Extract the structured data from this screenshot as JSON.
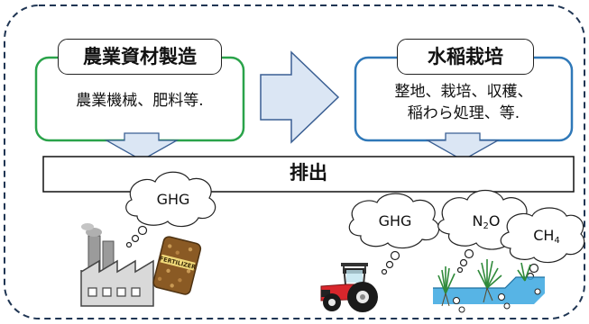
{
  "left_box": {
    "title": "農業資材製造",
    "description": "農業機械、肥料等."
  },
  "right_box": {
    "title": "水稲栽培",
    "description_lines": [
      "整地、栽培、収穫、",
      "稲わら処理、等."
    ]
  },
  "emission_bar": {
    "label": "排出"
  },
  "clouds": {
    "factory_ghg": "GHG",
    "tractor_ghg": "GHG",
    "n2o": {
      "base": "N",
      "subscript": "2",
      "tail": "O"
    },
    "ch4": {
      "base": "CH",
      "subscript": "4"
    }
  },
  "fertilizer_bag_label": "FERTILIZER",
  "factory_windows": 4,
  "colors": {
    "left_box_border": "#2aa34a",
    "right_box_border": "#2f78b8",
    "arrow_fill": "#dbe6f4",
    "arrow_stroke": "#3a5f93",
    "tractor_red": "#d8262c",
    "water": "#3aa7e0"
  }
}
